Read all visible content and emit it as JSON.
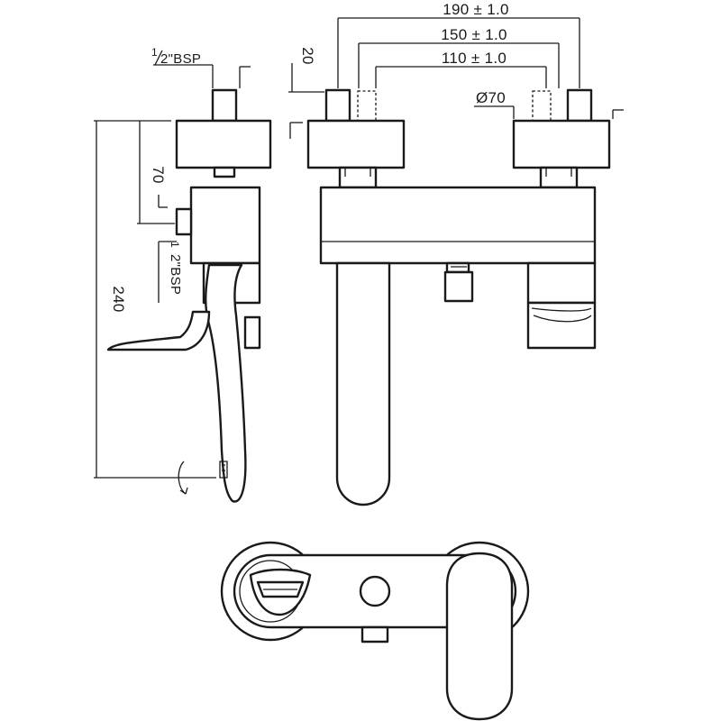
{
  "drawing": {
    "colors": {
      "ink": "#1a1a1a",
      "paper": "#ffffff"
    },
    "dimensions": {
      "width_190": "190 ± 1.0",
      "width_150": "150 ± 1.0",
      "width_110": "110 ± 1.0",
      "diameter": "Ø70",
      "height_20": "20",
      "height_70": "70",
      "height_240": "240"
    },
    "threads": {
      "inlet_top_half": "1",
      "inlet_top_rest": "2\"BSP",
      "outlet_side_half": "1",
      "outlet_side_rest": "2\"BSP"
    }
  }
}
